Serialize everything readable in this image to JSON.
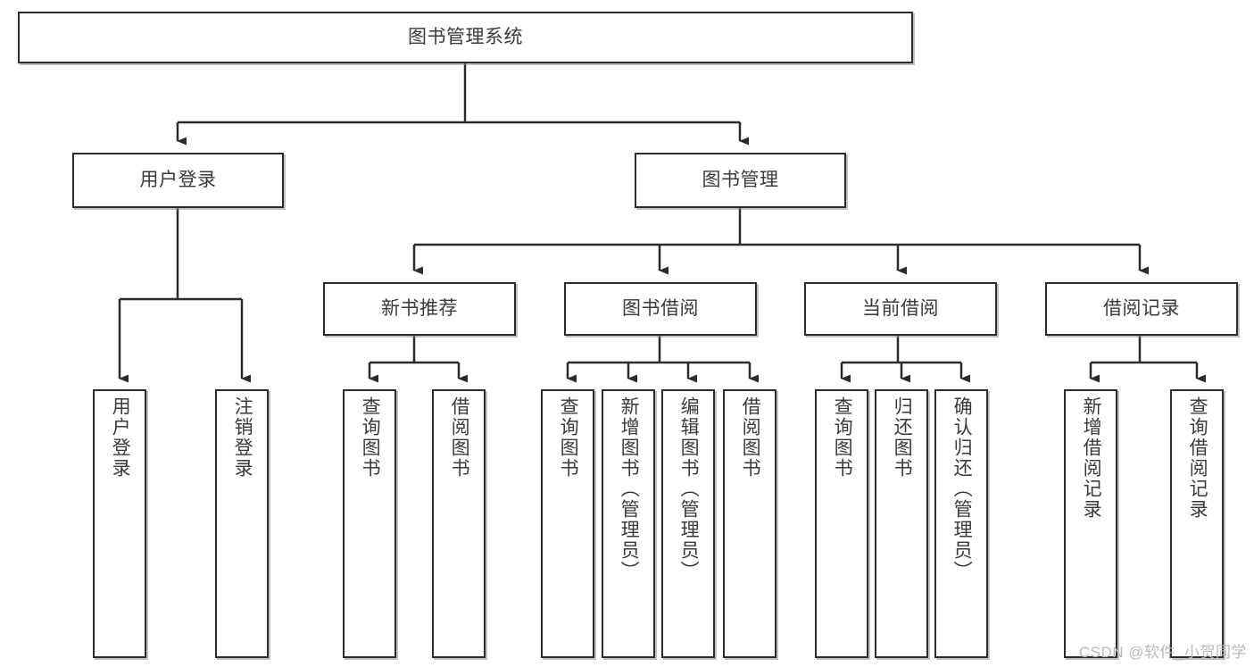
{
  "diagram": {
    "title": "图书管理系统",
    "type": "tree-hierarchy-diagram",
    "colors": {
      "box_border": "#2b2b2b",
      "box_fill": "#ffffff",
      "text": "#3a3a3a",
      "connector": "#2b2b2b",
      "watermark": "#b9b9b9",
      "background": "#ffffff"
    },
    "root": {
      "label": "图书管理系统"
    },
    "level2": [
      {
        "id": "user-login",
        "label": "用户登录"
      },
      {
        "id": "book-management",
        "label": "图书管理"
      }
    ],
    "level3": [
      {
        "id": "new-book-recommend",
        "label": "新书推荐"
      },
      {
        "id": "book-borrow",
        "label": "图书借阅"
      },
      {
        "id": "current-borrow",
        "label": "当前借阅"
      },
      {
        "id": "borrow-record",
        "label": "借阅记录"
      }
    ],
    "leaves": {
      "user_login": [
        {
          "id": "leaf-user-login",
          "label": "用户登录"
        },
        {
          "id": "leaf-logout-login",
          "label": "注销登录"
        }
      ],
      "new_book_recommend": [
        {
          "id": "leaf-query-book-1",
          "label": "查询图书"
        },
        {
          "id": "leaf-borrow-book-1",
          "label": "借阅图书"
        }
      ],
      "book_borrow": [
        {
          "id": "leaf-query-book-2",
          "label": "查询图书"
        },
        {
          "id": "leaf-add-book",
          "label": "新增图书（管理员）"
        },
        {
          "id": "leaf-edit-book",
          "label": "编辑图书（管理员）"
        },
        {
          "id": "leaf-borrow-book-2",
          "label": "借阅图书"
        }
      ],
      "current_borrow": [
        {
          "id": "leaf-query-book-3",
          "label": "查询图书"
        },
        {
          "id": "leaf-return-book",
          "label": "归还图书"
        },
        {
          "id": "leaf-confirm-return",
          "label": "确认归还（管理员）"
        }
      ],
      "borrow_record": [
        {
          "id": "leaf-add-record",
          "label": "新增借阅记录"
        },
        {
          "id": "leaf-query-record",
          "label": "查询借阅记录"
        }
      ]
    },
    "watermark": "CSDN @软件_小贺同学"
  }
}
